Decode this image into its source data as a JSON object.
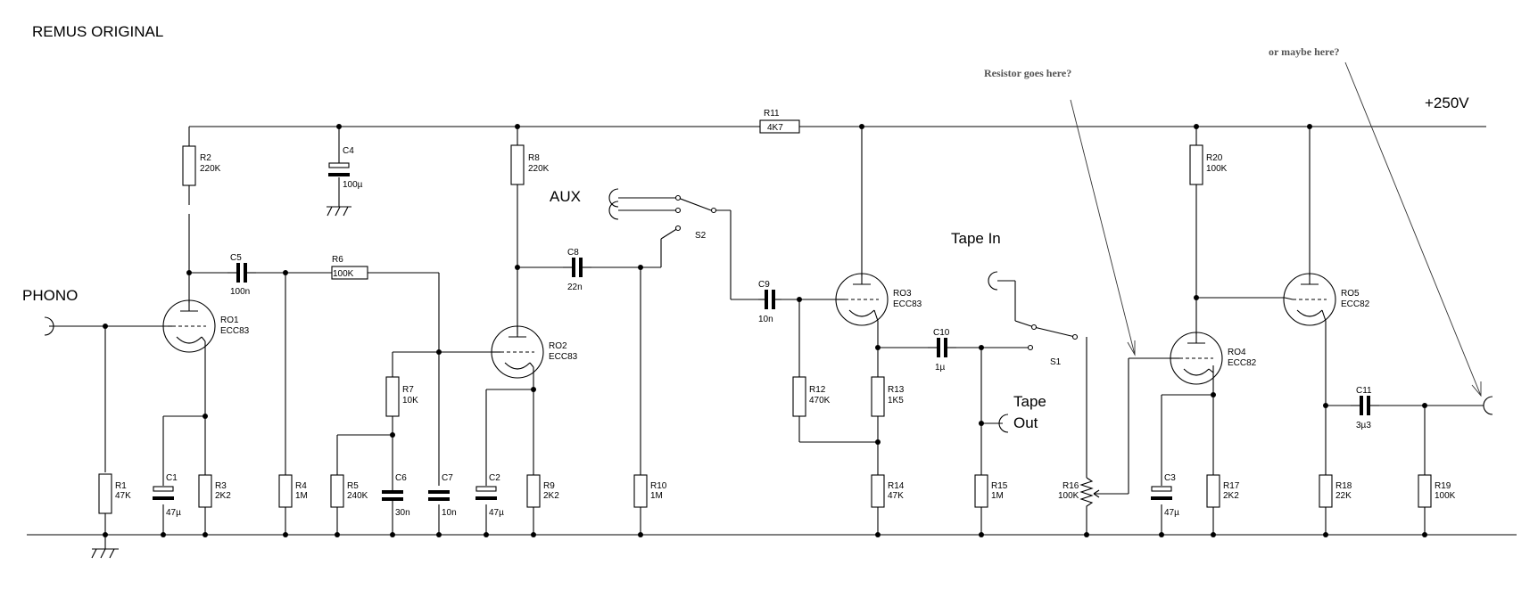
{
  "title": "REMUS ORIGINAL",
  "supply": "+250V",
  "notes": [
    "Resistor goes here?",
    "or maybe here?"
  ],
  "io": {
    "phono": "PHONO",
    "aux": "AUX",
    "tape_in": "Tape In",
    "tape_out_line1": "Tape",
    "tape_out_line2": "Out"
  },
  "switches": [
    "S2",
    "S1"
  ],
  "tubes": [
    {
      "ref": "RO1",
      "type": "ECC83"
    },
    {
      "ref": "RO2",
      "type": "ECC83"
    },
    {
      "ref": "RO3",
      "type": "ECC83"
    },
    {
      "ref": "RO4",
      "type": "ECC82"
    },
    {
      "ref": "RO5",
      "type": "ECC82"
    }
  ],
  "resistors": [
    {
      "ref": "R1",
      "value": "47K"
    },
    {
      "ref": "R2",
      "value": "220K"
    },
    {
      "ref": "R3",
      "value": "2K2"
    },
    {
      "ref": "R4",
      "value": "1M"
    },
    {
      "ref": "R5",
      "value": "240K"
    },
    {
      "ref": "R6",
      "value": "100K"
    },
    {
      "ref": "R7",
      "value": "10K"
    },
    {
      "ref": "R8",
      "value": "220K"
    },
    {
      "ref": "R9",
      "value": "2K2"
    },
    {
      "ref": "R10",
      "value": "1M"
    },
    {
      "ref": "R11",
      "value": "4K7"
    },
    {
      "ref": "R12",
      "value": "470K"
    },
    {
      "ref": "R13",
      "value": "1K5"
    },
    {
      "ref": "R14",
      "value": "47K"
    },
    {
      "ref": "R15",
      "value": "1M"
    },
    {
      "ref": "R16",
      "value": "100K"
    },
    {
      "ref": "R17",
      "value": "2K2"
    },
    {
      "ref": "R18",
      "value": "22K"
    },
    {
      "ref": "R19",
      "value": "100K"
    },
    {
      "ref": "R20",
      "value": "100K"
    }
  ],
  "capacitors": [
    {
      "ref": "C1",
      "value": "47µ"
    },
    {
      "ref": "C2",
      "value": "47µ"
    },
    {
      "ref": "C3",
      "value": "47µ"
    },
    {
      "ref": "C4",
      "value": "100µ"
    },
    {
      "ref": "C5",
      "value": "100n"
    },
    {
      "ref": "C6",
      "value": "30n"
    },
    {
      "ref": "C7",
      "value": "10n"
    },
    {
      "ref": "C8",
      "value": "22n"
    },
    {
      "ref": "C9",
      "value": "10n"
    },
    {
      "ref": "C10",
      "value": "1µ"
    },
    {
      "ref": "C11",
      "value": "3µ3"
    }
  ]
}
